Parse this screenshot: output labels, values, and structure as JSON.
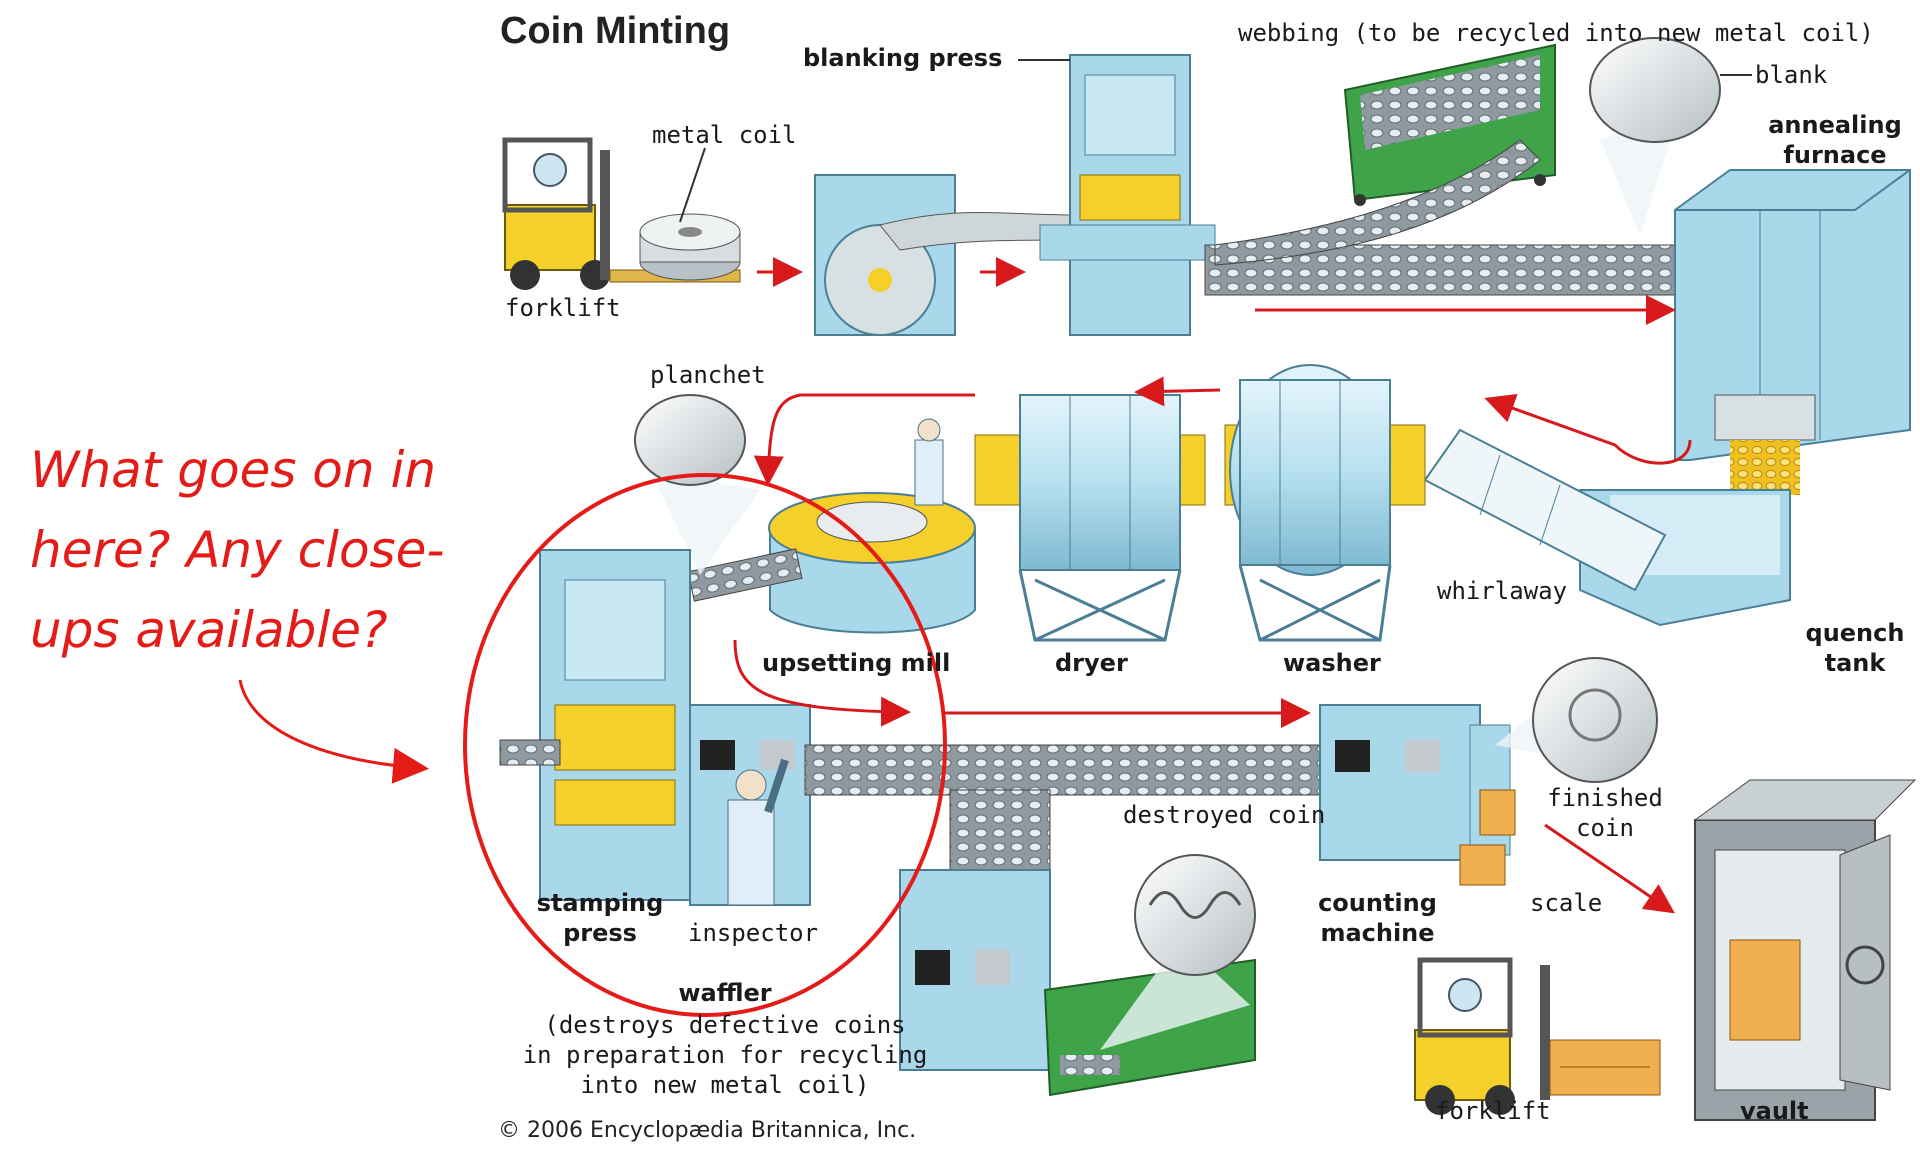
{
  "title": "Coin Minting",
  "labels": {
    "blanking_press": "blanking press",
    "webbing": "webbing (to be recycled into new metal coil)",
    "blank": "blank",
    "annealing_furnace_1": "annealing",
    "annealing_furnace_2": "furnace",
    "metal_coil": "metal coil",
    "forklift_top": "forklift",
    "planchet": "planchet",
    "upsetting_mill": "upsetting mill",
    "dryer": "dryer",
    "washer": "washer",
    "whirlaway": "whirlaway",
    "quench_tank_1": "quench",
    "quench_tank_2": "tank",
    "stamping_press_1": "stamping",
    "stamping_press_2": "press",
    "inspector": "inspector",
    "destroyed_coin": "destroyed coin",
    "finished_coin_1": "finished",
    "finished_coin_2": "coin",
    "counting_machine_1": "counting",
    "counting_machine_2": "machine",
    "scale": "scale",
    "waffler": "waffler",
    "waffler_desc_1": "(destroys defective coins",
    "waffler_desc_2": "in preparation for recycling",
    "waffler_desc_3": "into new metal coil)",
    "forklift_bottom": "forklift",
    "vault": "vault"
  },
  "annotation": {
    "line1": "What goes on in",
    "line2": "here? Any close-",
    "line3": "ups available?"
  },
  "copyright": "© 2006 Encyclopædia Britannica, Inc.",
  "colors": {
    "machine_blue": "#a9d8ea",
    "machine_outline": "#4a7f96",
    "yellow": "#f5d02a",
    "green_bin": "#3fa34a",
    "conveyor": "#7d8a90",
    "flow_arrow": "#d7191c",
    "annotation_red": "#e41b17"
  }
}
